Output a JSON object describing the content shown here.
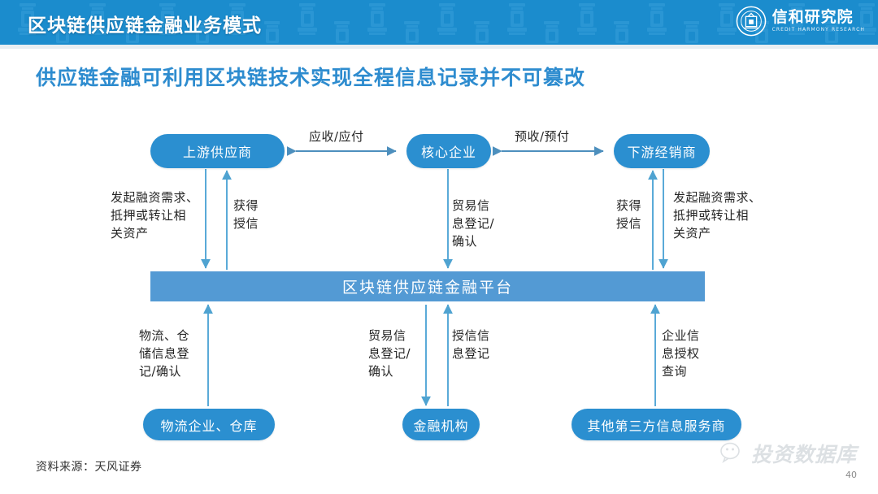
{
  "header": {
    "title": "区块链供应链金融业务模式",
    "logo": {
      "cn": "信和研究院",
      "en": "CREDIT HARMONY RESEARCH",
      "seal_icon": "circular-seal-icon"
    },
    "bg_color": "#1b8ccd"
  },
  "subtitle": "供应链金融可利用区块链技术实现全程信息记录并不可篡改",
  "diagram": {
    "nodes": {
      "upstream": "上游供应商",
      "core": "核心企业",
      "downstream": "下游经销商",
      "platform": "区块链供应链金融平台",
      "logistics": "物流企业、仓库",
      "financial": "金融机构",
      "thirdparty": "其他第三方信息服务商"
    },
    "horizontal_labels": {
      "left": "应收/应付",
      "right": "预收/预付"
    },
    "upper_labels": {
      "upstream_down": "发起融资需求、\n抵押或转让相\n关资产",
      "upstream_up": "获得\n授信",
      "core_down": "贸易信\n息登记/\n确认",
      "downstream_up": "获得\n授信",
      "downstream_down": "发起融资需求、\n抵押或转让相\n关资产"
    },
    "lower_labels": {
      "logistics_up": "物流、仓\n储信息登\n记/确认",
      "financial_down": "贸易信\n息登记/\n确认",
      "financial_up": "授信信\n息登记",
      "thirdparty_up": "企业信\n息授权\n查询"
    },
    "colors": {
      "node": "#2b8fd0",
      "platform": "#539ad4",
      "arrow": "#4fa3d1",
      "title_blue": "#2e8ccf"
    }
  },
  "footer": {
    "source": "资料来源：天风证券",
    "watermark_text": "投资数据库",
    "watermark_icon": "wechat-icon",
    "page_number": "40"
  }
}
